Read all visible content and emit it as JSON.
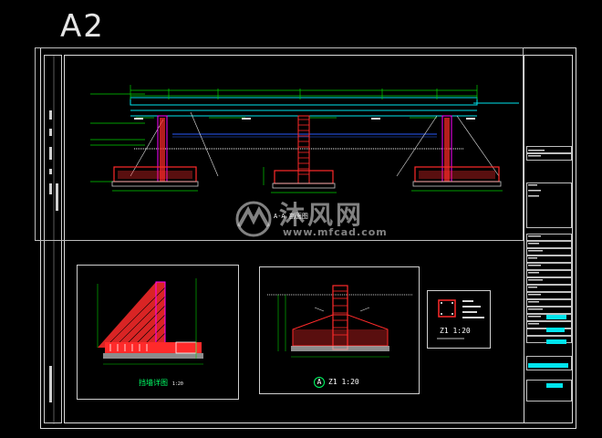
{
  "sheet": {
    "size_label": "A2",
    "colors": {
      "background": "#000000",
      "frame": "#dcdcdc",
      "rebar": "#ff2a2a",
      "dimension": "#00d000",
      "beam": "#00e5ee",
      "water": "#2a5cff",
      "column_outline": "#ff00ff",
      "hatch": "#c8c8c8"
    }
  },
  "watermark": {
    "title": "沐风网",
    "url": "www.mfcad.com",
    "logo_icon": "mf-logo-icon"
  },
  "views": {
    "main_section": {
      "caption": "A-A 剖面图"
    },
    "retaining_wall": {
      "caption": "挡墙详图",
      "scale": "1:20"
    },
    "column_footing": {
      "marker": "A",
      "caption": "Z1 1:20"
    },
    "column_section": {
      "caption": "Z1 1:20"
    }
  }
}
